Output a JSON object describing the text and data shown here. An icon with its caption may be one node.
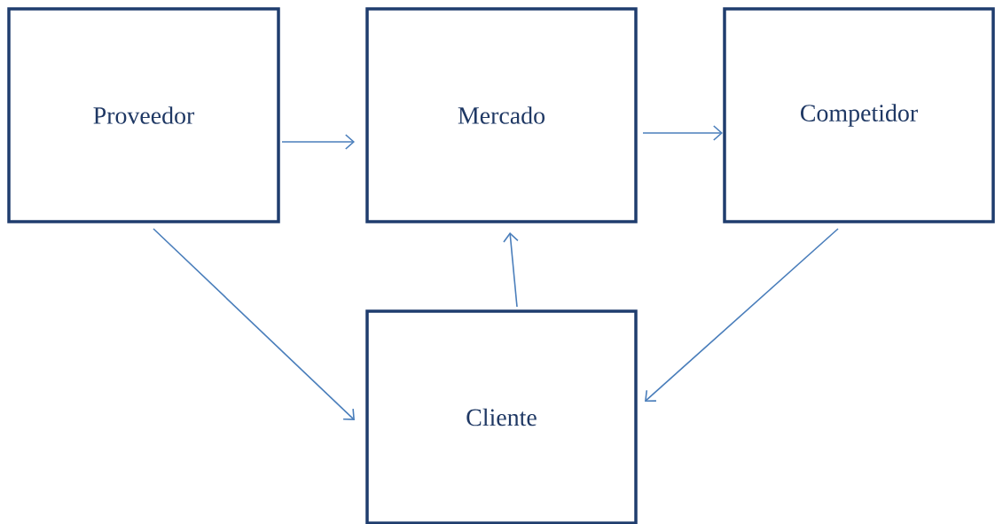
{
  "diagram": {
    "nodes": [
      {
        "text": [
          "Proveedor"
        ]
      },
      {
        "text": [
          "Mercado"
        ]
      },
      {
        "text": [
          "Competidor"
        ]
      },
      {
        "text": [
          "Cliente"
        ]
      }
    ],
    "edges": [
      {
        "from": 0,
        "to": 1,
        "arrow": "to"
      },
      {
        "from": 1,
        "to": 2,
        "arrow": "to"
      },
      {
        "from": 0,
        "to": 3,
        "arrow": "to"
      },
      {
        "from": 2,
        "to": 3,
        "arrow": "to"
      },
      {
        "from": 3,
        "to": 1,
        "arrow": "to"
      }
    ]
  }
}
